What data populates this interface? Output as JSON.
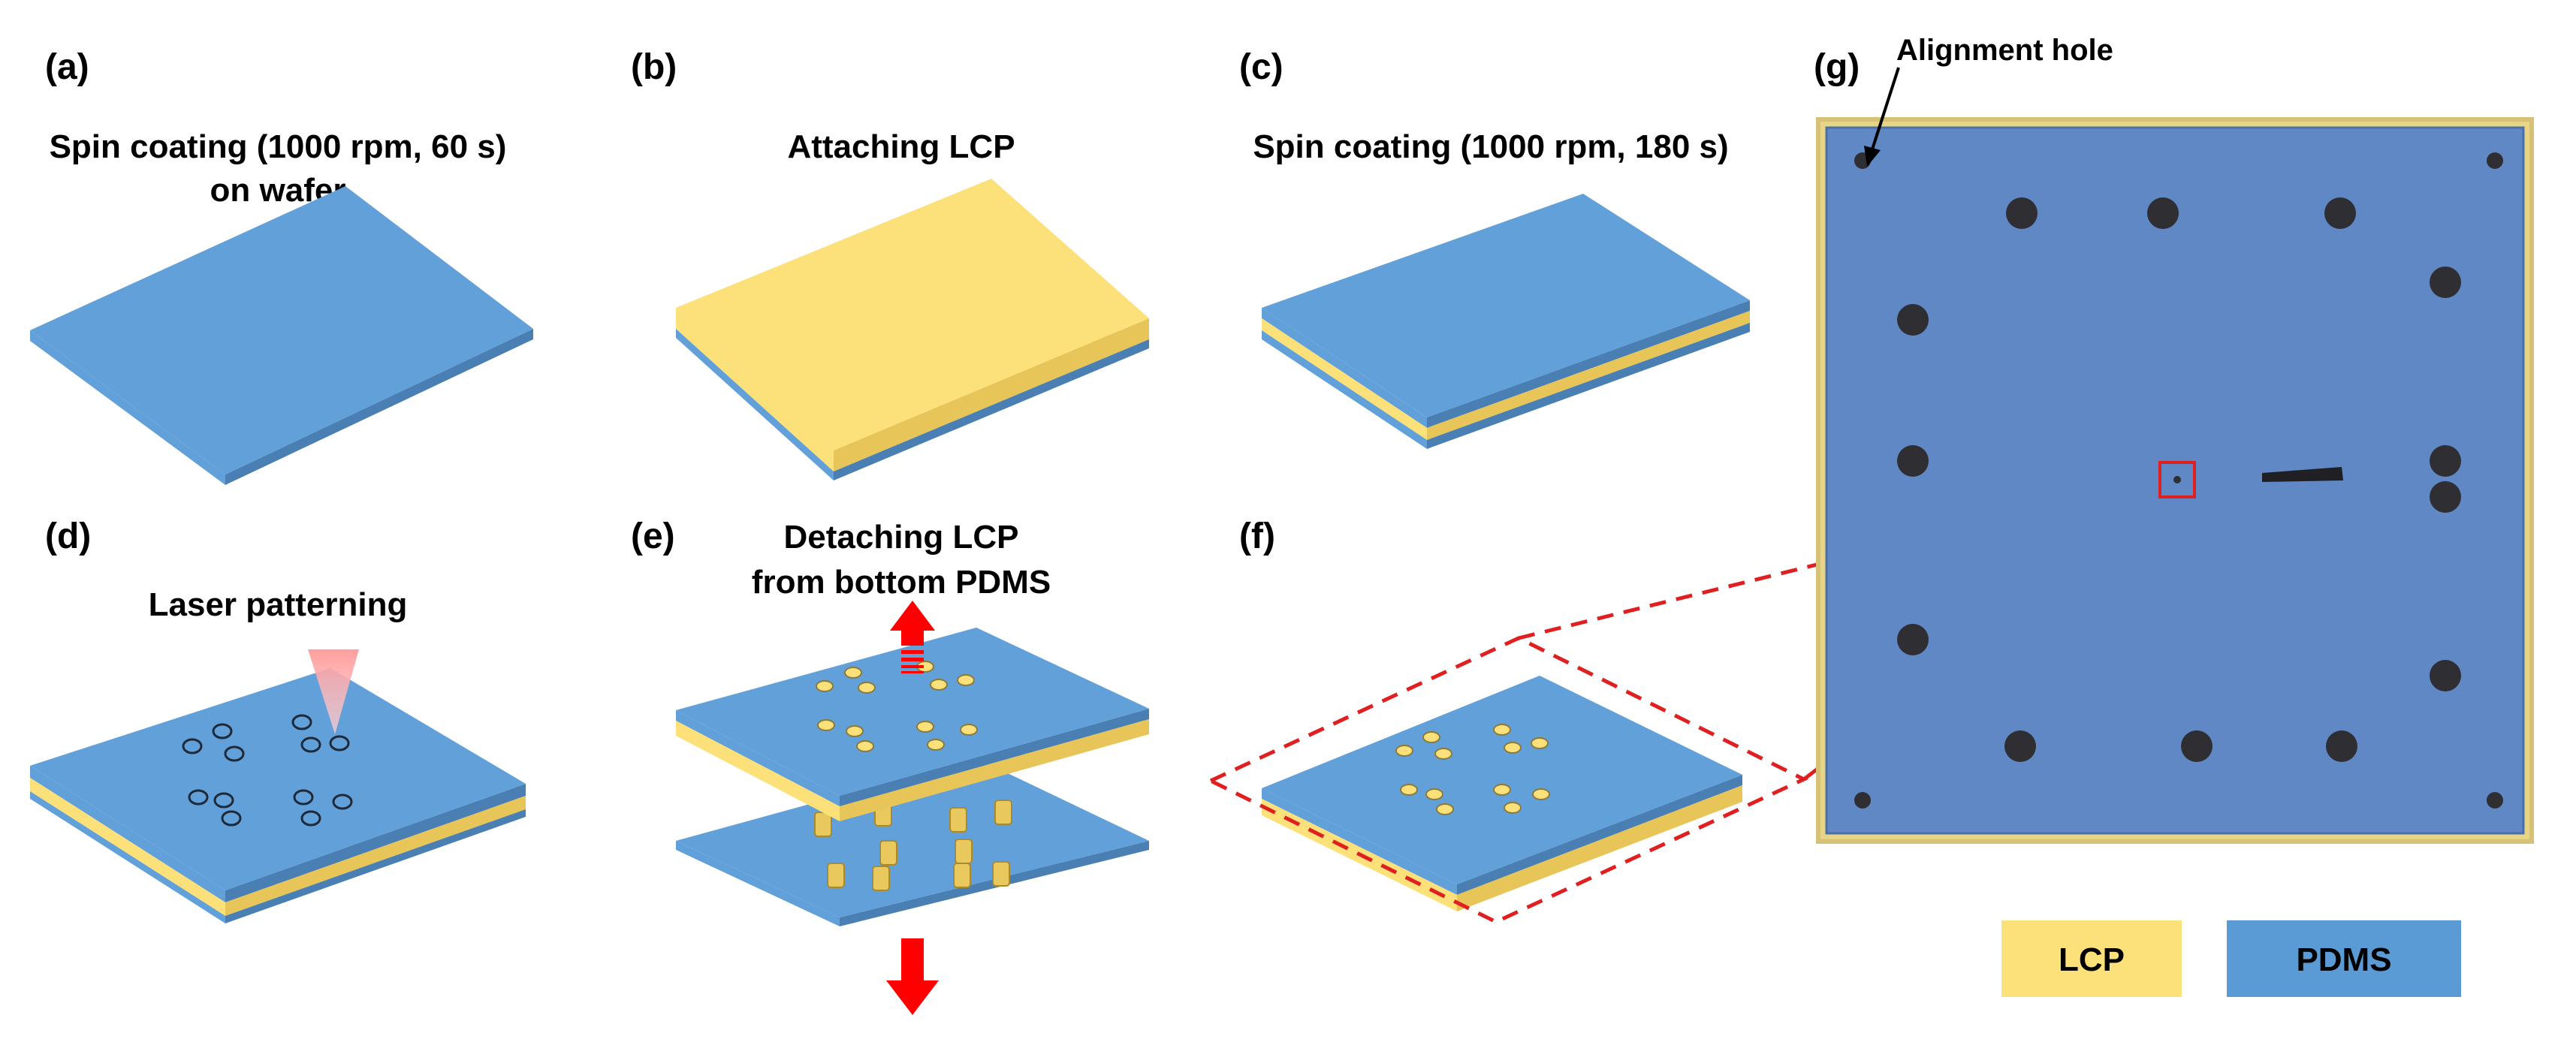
{
  "panels": {
    "a": {
      "label": "(a)",
      "title_line1": "Spin coating (1000 rpm, 60 s)",
      "title_line2": "on wafer"
    },
    "b": {
      "label": "(b)",
      "title_line1": "Attaching LCP"
    },
    "c": {
      "label": "(c)",
      "title_line1": "Spin coating (1000 rpm, 180 s)"
    },
    "d": {
      "label": "(d)",
      "title_line1": "Laser patterning"
    },
    "e": {
      "label": "(e)",
      "title_line1": "Detaching LCP",
      "title_line2": "from bottom PDMS"
    },
    "f": {
      "label": "(f)"
    },
    "g": {
      "label": "(g)",
      "annotation": "Alignment hole"
    }
  },
  "legend": {
    "lcp": {
      "label": "LCP",
      "color": "#FCE07A"
    },
    "pdms": {
      "label": "PDMS",
      "color": "#5B9BD5"
    }
  },
  "colors": {
    "pdms_top": "#62A0D9",
    "pdms_side": "#4A7FB3",
    "lcp_top": "#FCE07A",
    "lcp_side": "#E8C558",
    "grid_plate": "#5F88C4",
    "grid_border": "#E8D486",
    "hole": "#2E2E33",
    "arrow": "#FF0000",
    "zoom_box": "#E02020"
  },
  "icons": [
    "laser-beam-icon",
    "up-arrow-icon",
    "down-arrow-icon"
  ]
}
